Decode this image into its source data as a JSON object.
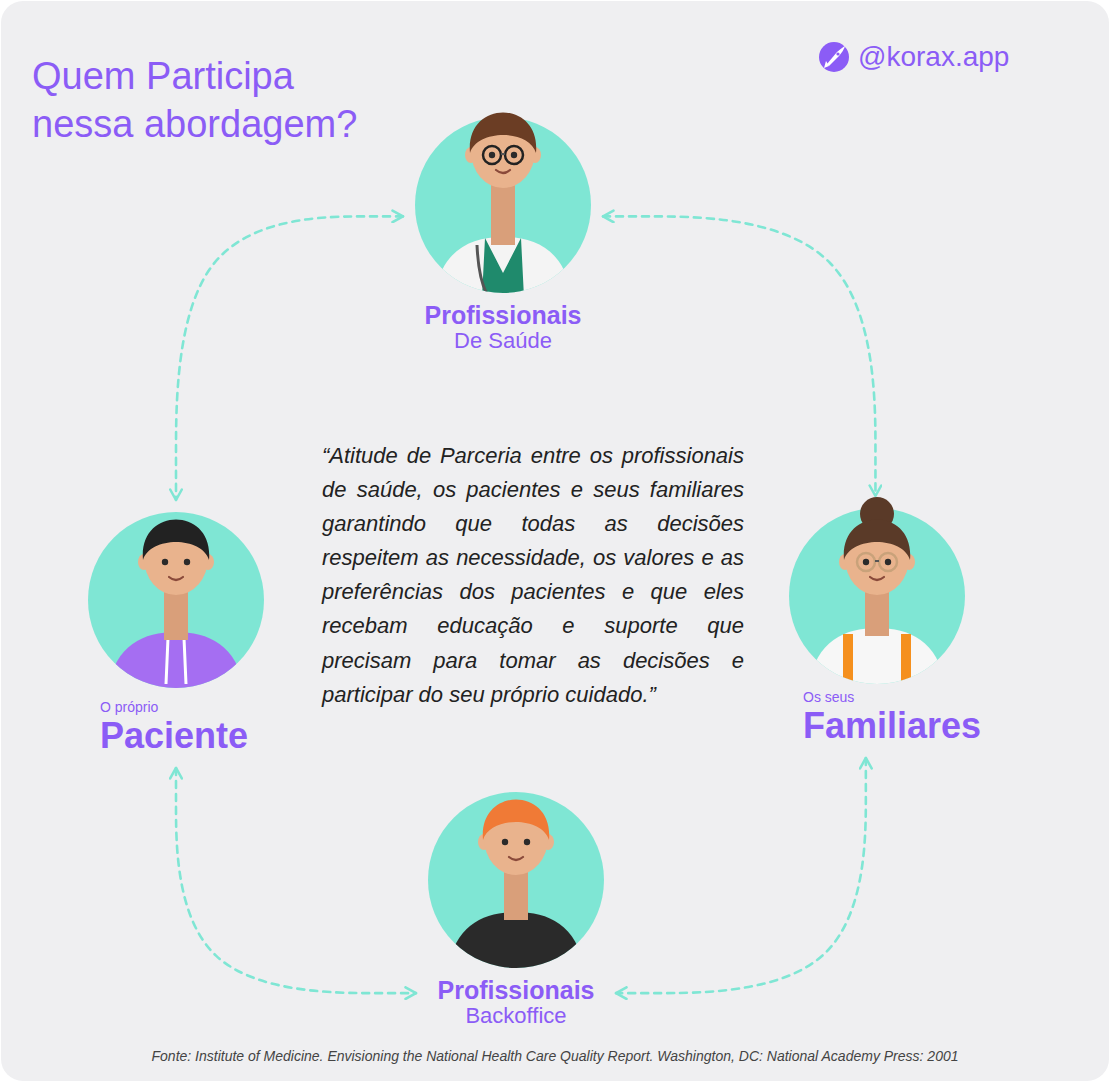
{
  "diagram": {
    "title": "Quem Participa nessa abordagem?",
    "caption": "Fonte: Institute of Medicine. Envisioning the National Health Care Quality Report. Washington, DC: National Academy Press: 2001",
    "nodes": [
      {
        "text": [
          "Profissionais",
          "De Saúde"
        ]
      },
      {
        "text": [
          "O próprio",
          "Paciente"
        ]
      },
      {
        "text": [
          "Os seus",
          "Familiares"
        ]
      },
      {
        "text": [
          "Profissionais",
          "Backoffice"
        ]
      }
    ],
    "edges": [
      {
        "from": 0,
        "to": 1,
        "arrow": "both"
      },
      {
        "from": 0,
        "to": 2,
        "arrow": "both"
      },
      {
        "from": 1,
        "to": 3,
        "arrow": "both"
      },
      {
        "from": 2,
        "to": 3,
        "arrow": "both"
      }
    ],
    "labels": [
      "@korax.app",
      "“Atitude de Parceria entre os profissionais de saúde, os pacientes e seus familiares garantindo que todas as decisões respeitem as necessidade, os valores e as preferências dos pacientes e que eles recebam educação e suporte que precisam para tomar as decisões e participar do seu próprio cuidado.”"
    ]
  }
}
